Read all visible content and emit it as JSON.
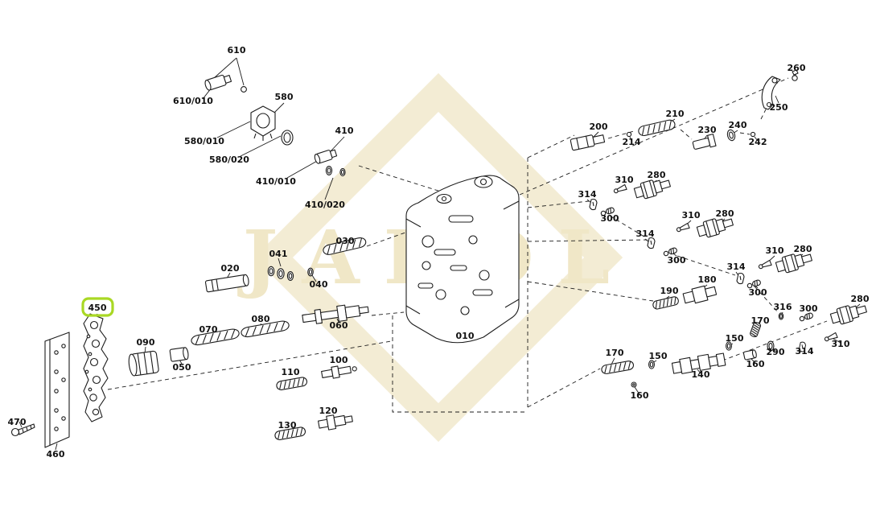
{
  "page": {
    "background": "#ffffff",
    "line_color": "#1c1c1c",
    "watermark_text": "JAROL",
    "watermark_color": "#f0e7c6",
    "highlight": {
      "label": "450",
      "color": "#a9d824"
    }
  },
  "labels": [
    {
      "text": "610"
    },
    {
      "text": "610/010"
    },
    {
      "text": "580"
    },
    {
      "text": "580/010"
    },
    {
      "text": "580/020"
    },
    {
      "text": "410"
    },
    {
      "text": "410/010"
    },
    {
      "text": "410/020"
    },
    {
      "text": "030"
    },
    {
      "text": "041"
    },
    {
      "text": "020"
    },
    {
      "text": "040"
    },
    {
      "text": "450"
    },
    {
      "text": "070"
    },
    {
      "text": "080"
    },
    {
      "text": "060"
    },
    {
      "text": "090"
    },
    {
      "text": "050"
    },
    {
      "text": "110"
    },
    {
      "text": "100"
    },
    {
      "text": "130"
    },
    {
      "text": "120"
    },
    {
      "text": "470"
    },
    {
      "text": "460"
    },
    {
      "text": "010"
    },
    {
      "text": "200"
    },
    {
      "text": "214"
    },
    {
      "text": "210"
    },
    {
      "text": "230"
    },
    {
      "text": "240"
    },
    {
      "text": "242"
    },
    {
      "text": "250"
    },
    {
      "text": "260"
    },
    {
      "text": "314"
    },
    {
      "text": "310"
    },
    {
      "text": "280"
    },
    {
      "text": "300"
    },
    {
      "text": "314"
    },
    {
      "text": "310"
    },
    {
      "text": "280"
    },
    {
      "text": "300"
    },
    {
      "text": "190"
    },
    {
      "text": "180"
    },
    {
      "text": "314"
    },
    {
      "text": "310"
    },
    {
      "text": "280"
    },
    {
      "text": "300"
    },
    {
      "text": "316"
    },
    {
      "text": "300"
    },
    {
      "text": "170"
    },
    {
      "text": "280"
    },
    {
      "text": "310"
    },
    {
      "text": "314"
    },
    {
      "text": "290"
    },
    {
      "text": "160"
    },
    {
      "text": "150"
    },
    {
      "text": "140"
    },
    {
      "text": "150"
    },
    {
      "text": "170"
    },
    {
      "text": "160"
    }
  ]
}
